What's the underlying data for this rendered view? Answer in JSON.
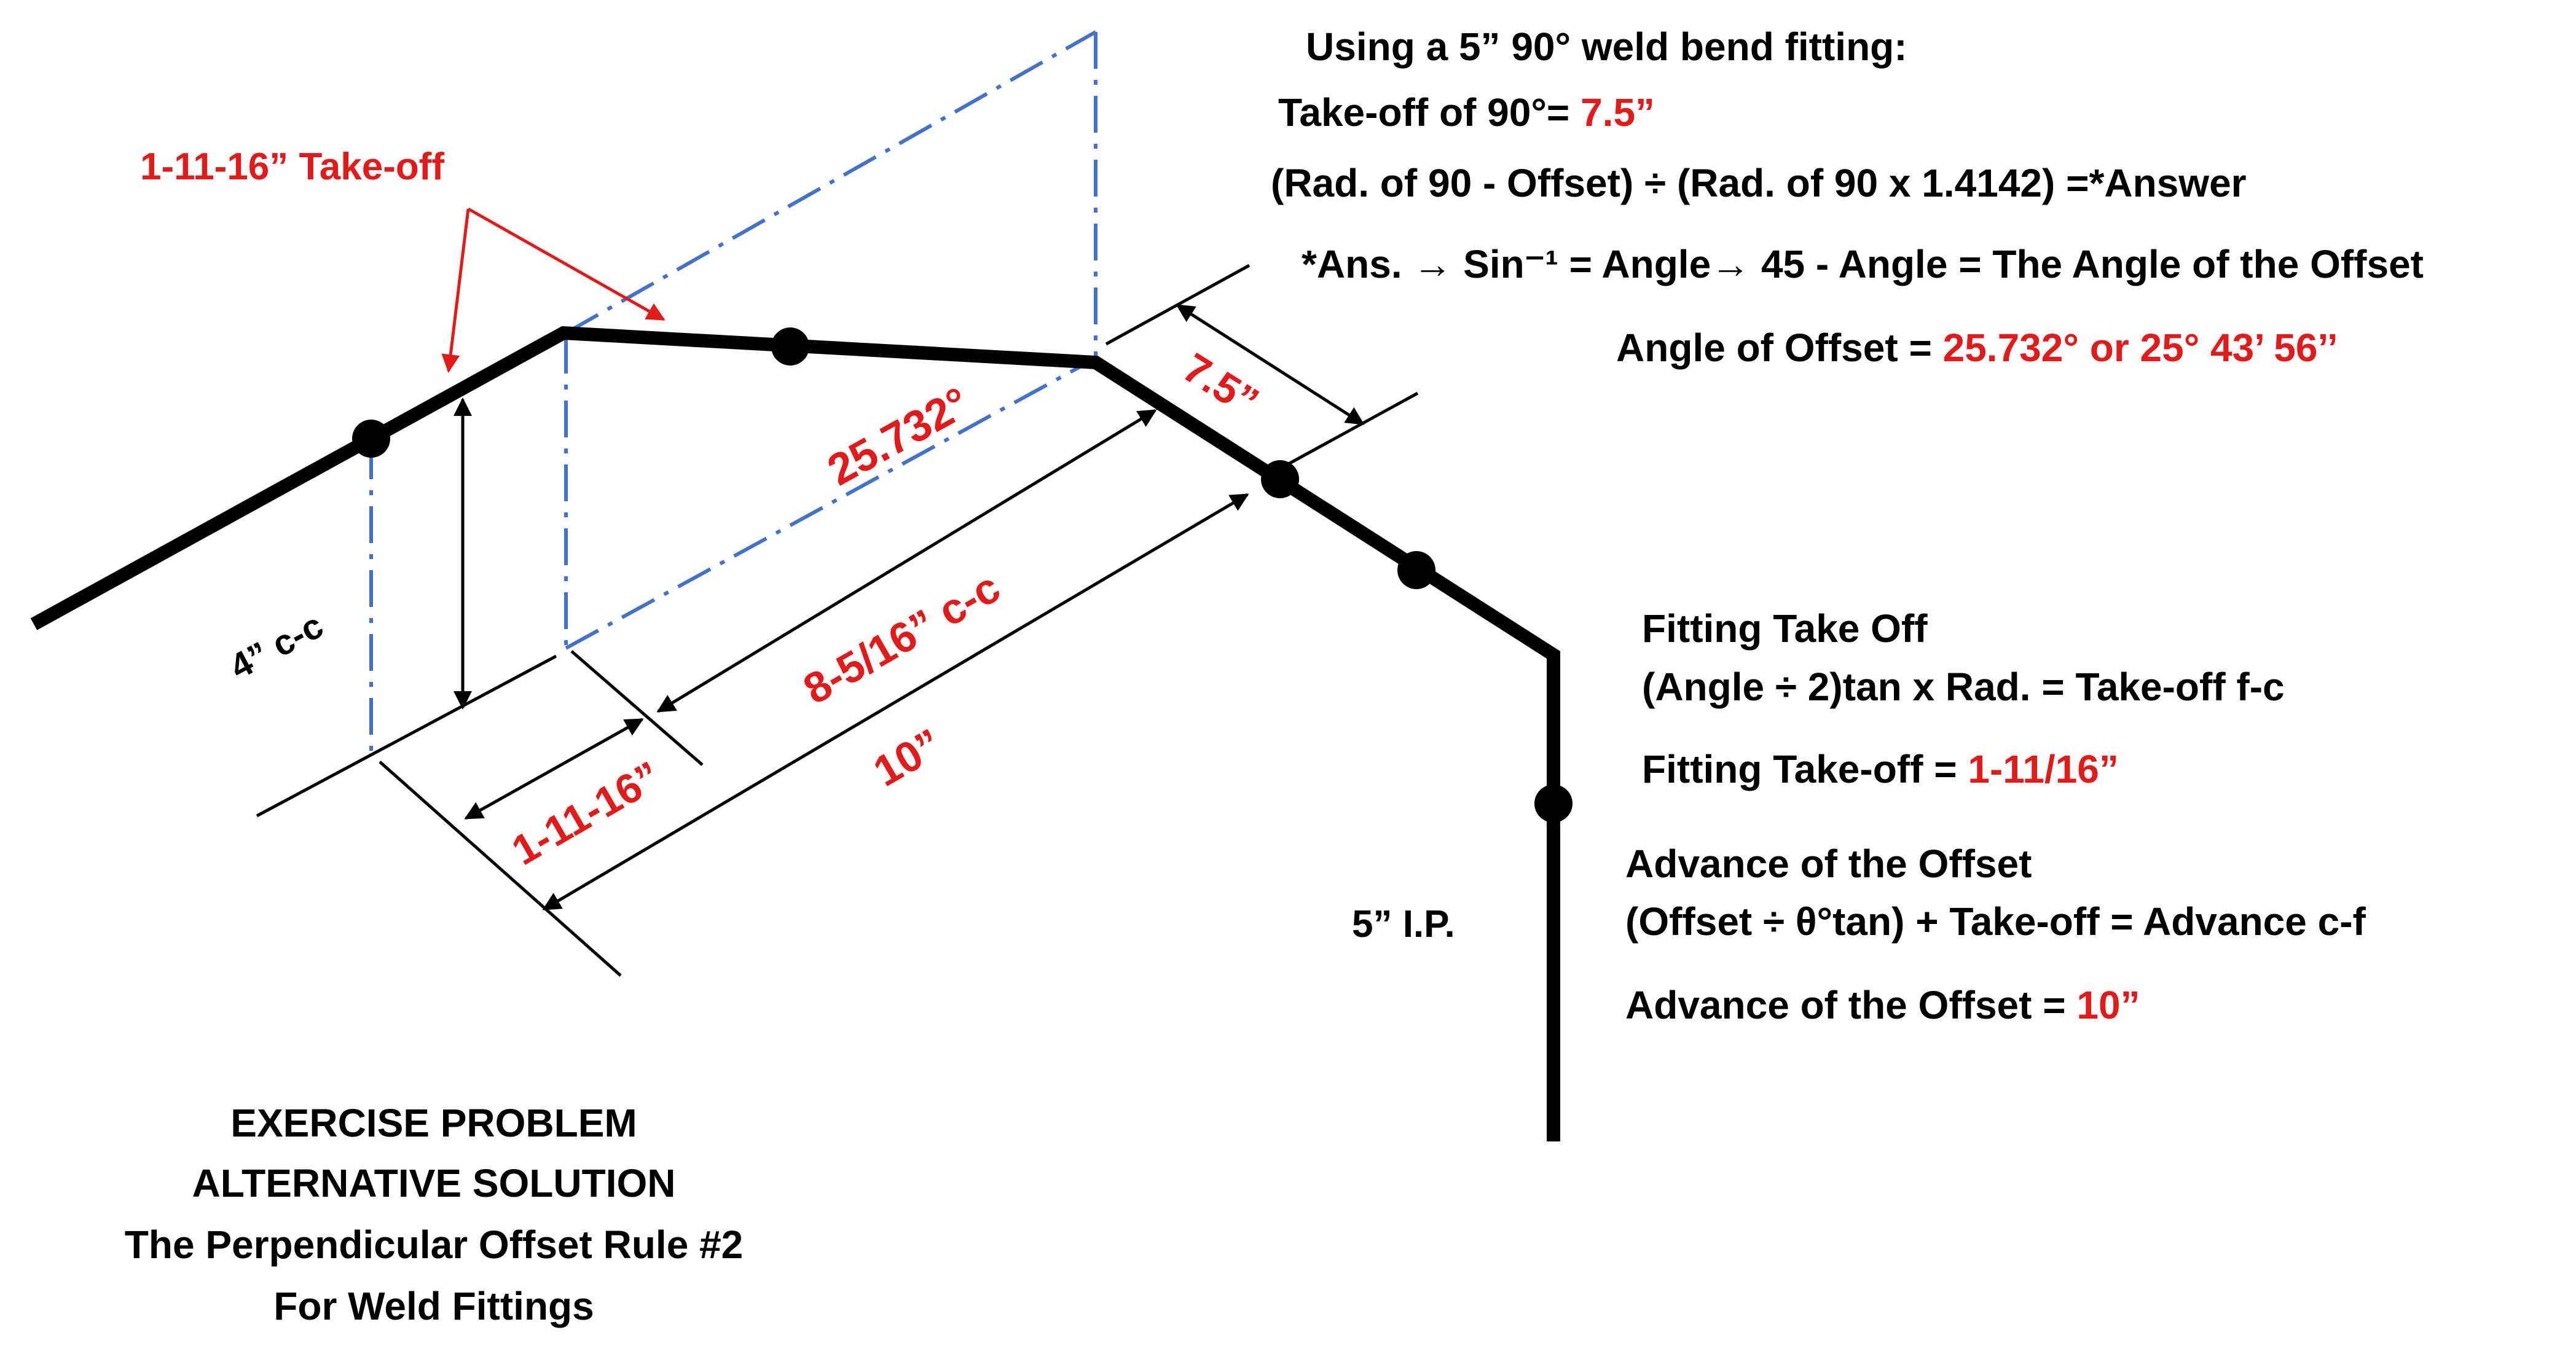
{
  "formulas": {
    "fitting_header": "Using a 5” 90° weld bend  fitting:",
    "takeoff_90_label": "Take-off of 90°= ",
    "takeoff_90_value": "7.5”",
    "ratio_formula": "(Rad. of 90 - Offset) ÷ (Rad. of 90 x 1.4142) =*Answer",
    "sin_formula": "*Ans. → Sin⁻¹ = Angle→ 45 - Angle = The Angle of the Offset",
    "angle_label": "Angle of Offset = ",
    "angle_value": "25.732° or 25° 43’ 56’’",
    "takeoff_header": "Fitting Take Off",
    "takeoff_formula": "(Angle ÷ 2)tan x Rad. = Take-off f-c",
    "takeoff_label": "Fitting Take-off = ",
    "takeoff_value": "1-11/16”",
    "advance_header": "Advance of the Offset",
    "advance_formula": "(Offset ÷ θ°tan) + Take-off = Advance c-f",
    "advance_label": "Advance of the Offset = ",
    "advance_value": "10”"
  },
  "diagram": {
    "takeoff_callout": "1-11-16” Take-off",
    "offset_cc": "4” c-c",
    "angle_label": "25.732°",
    "bend_takeoff": "7.5”",
    "travel_cc": "8-5/16” c-c",
    "takeoff_dim": "1-11-16”",
    "advance_dim": "10”",
    "pipe_size": "5” I.P."
  },
  "title": {
    "line1": "EXERCISE PROBLEM",
    "line2": "ALTERNATIVE SOLUTION",
    "line3": "The Perpendicular Offset Rule #2",
    "line4": "For Weld Fittings"
  },
  "colors": {
    "text": "#000000",
    "highlight": "#e01b1b",
    "center_line": "#4472c4"
  }
}
